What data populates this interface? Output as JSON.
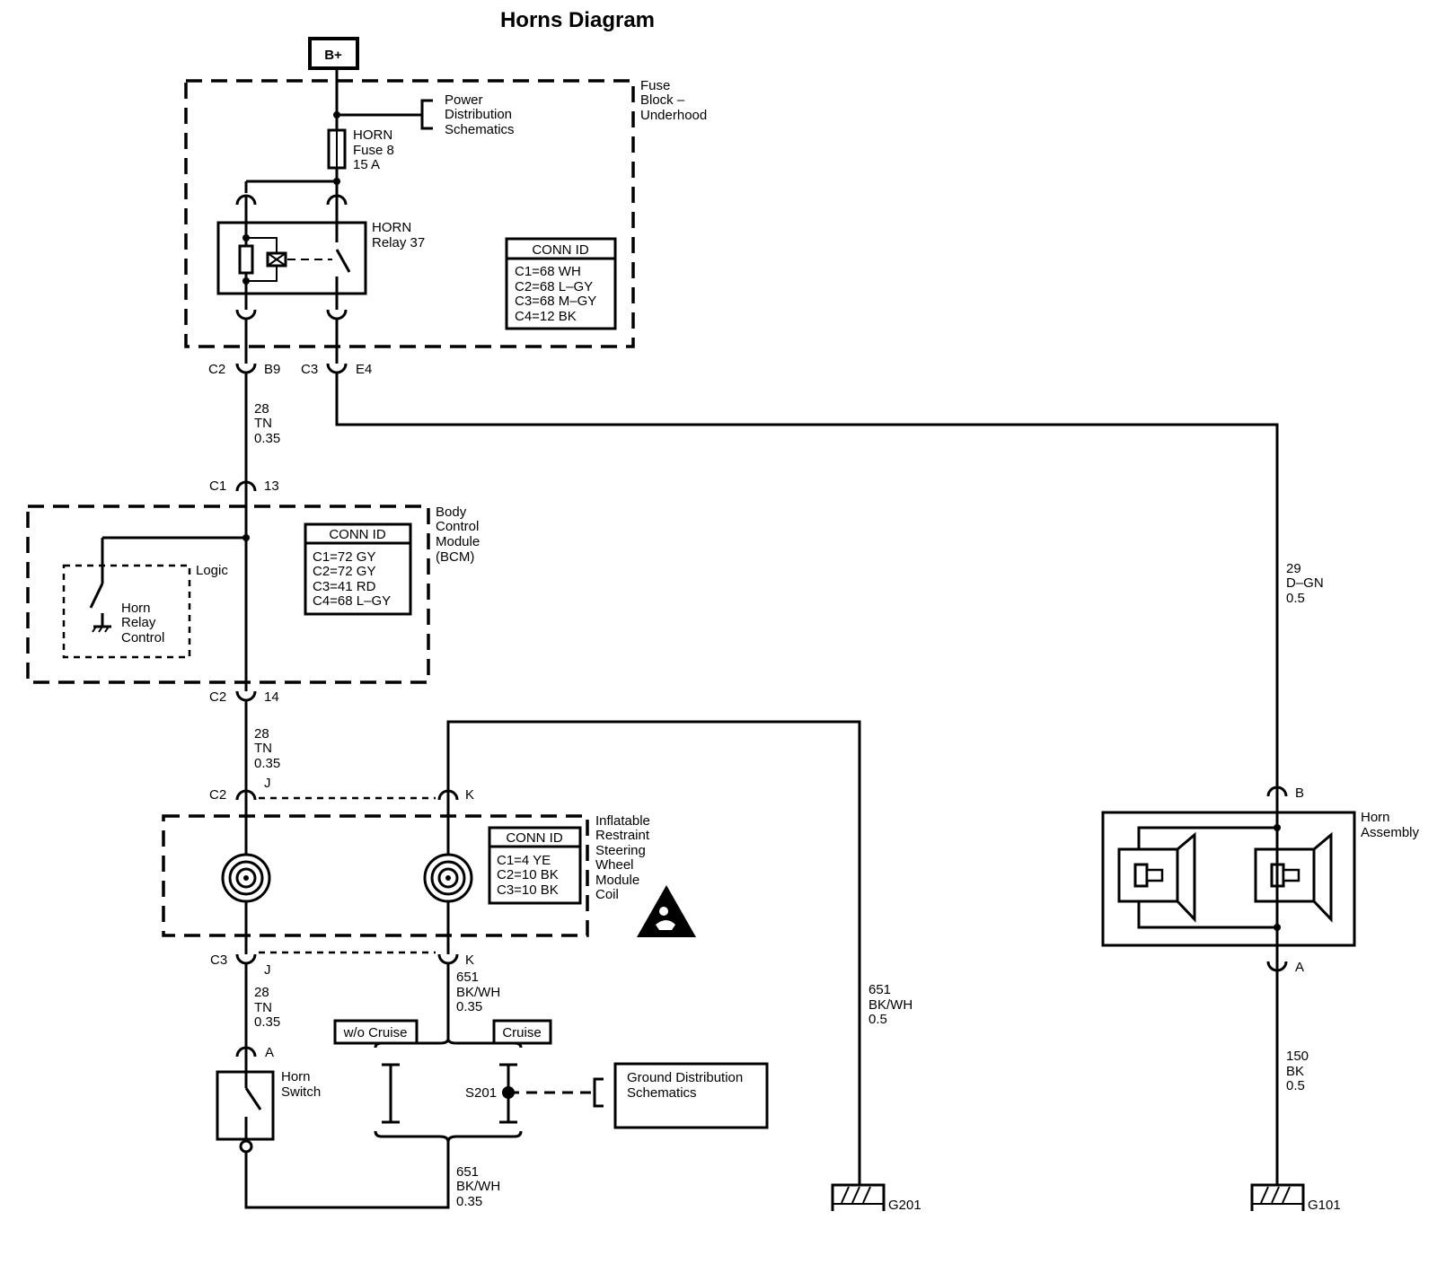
{
  "title": "Horns Diagram",
  "b_plus": "B+",
  "fuse_block": {
    "label": [
      "Fuse",
      "Block –",
      "Underhood"
    ],
    "power_dist": [
      "Power",
      "Distribution",
      "Schematics"
    ],
    "fuse": [
      "HORN",
      "Fuse 8",
      "15 A"
    ],
    "relay": [
      "HORN",
      "Relay 37"
    ],
    "conn_title": "CONN ID",
    "conn": [
      "C1=68 WH",
      "C2=68 L–GY",
      "C3=68 M–GY",
      "C4=12 BK"
    ]
  },
  "connectors": {
    "c2_b9": [
      "C2",
      "B9"
    ],
    "c3_e4": [
      "C3",
      "E4"
    ],
    "c1_13": [
      "C1",
      "13"
    ],
    "c2_14": [
      "C2",
      "14"
    ],
    "c2_j": [
      "C2",
      "J"
    ],
    "k_top": "K",
    "c3_j": [
      "C3",
      "J"
    ],
    "k_bottom": "K",
    "a_switch": "A",
    "b_horn": "B",
    "a_horn": "A"
  },
  "wires": {
    "w1": [
      "28",
      "TN",
      "0.35"
    ],
    "w2": [
      "28",
      "TN",
      "0.35"
    ],
    "w3": [
      "28",
      "TN",
      "0.35"
    ],
    "w4": [
      "651",
      "BK/WH",
      "0.35"
    ],
    "w5": [
      "651",
      "BK/WH",
      "0.35"
    ],
    "w6": [
      "651",
      "BK/WH",
      "0.5"
    ],
    "w7": [
      "29",
      "D–GN",
      "0.5"
    ],
    "w8": [
      "150",
      "BK",
      "0.5"
    ]
  },
  "bcm": {
    "label": [
      "Body",
      "Control",
      "Module",
      "(BCM)"
    ],
    "logic": "Logic",
    "relay_control": [
      "Horn",
      "Relay",
      "Control"
    ],
    "conn_title": "CONN ID",
    "conn": [
      "C1=72 GY",
      "C2=72 GY",
      "C3=41 RD",
      "C4=68 L–GY"
    ]
  },
  "coil": {
    "label": [
      "Inflatable",
      "Restraint",
      "Steering",
      "Wheel",
      "Module",
      "Coil"
    ],
    "conn_title": "CONN ID",
    "conn": [
      "C1=4 YE",
      "C2=10 BK",
      "C3=10 BK"
    ]
  },
  "horn_switch": [
    "Horn",
    "Switch"
  ],
  "options": {
    "wo_cruise": "w/o Cruise",
    "cruise": "Cruise"
  },
  "splice": "S201",
  "ground_dist": [
    "Ground Distribution",
    "Schematics"
  ],
  "grounds": {
    "g201": "G201",
    "g101": "G101"
  },
  "horn_assembly": [
    "Horn",
    "Assembly"
  ]
}
